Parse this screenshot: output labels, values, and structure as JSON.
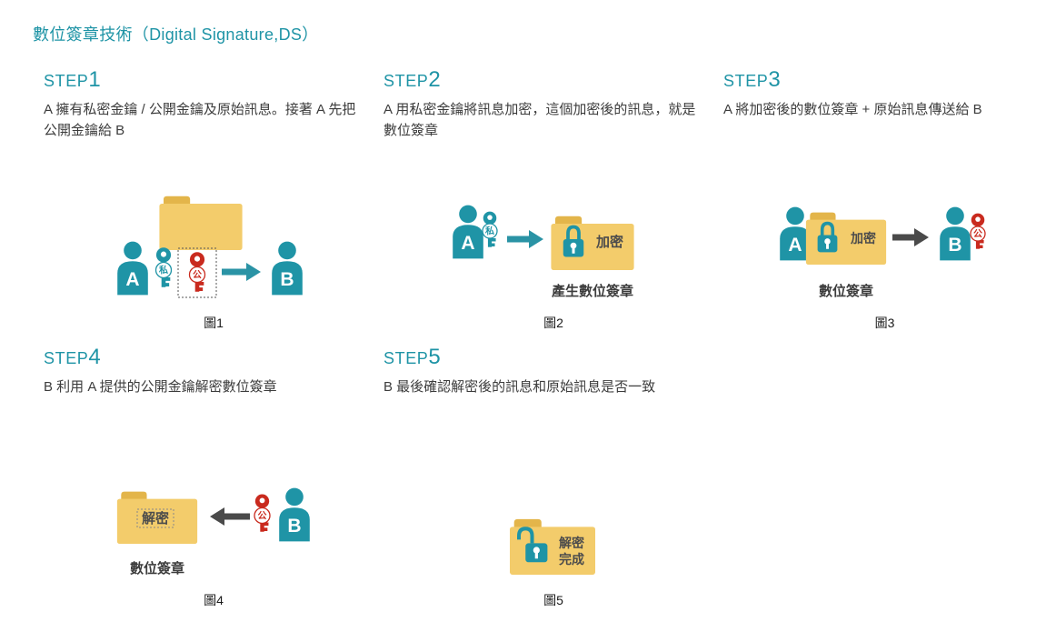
{
  "title": "數位簽章技術（Digital Signature,DS）",
  "colors": {
    "teal": "#1f94a6",
    "folder_yellow": "#f3cc6b",
    "folder_tab": "#e3b54a",
    "key_red": "#c92a1e",
    "arrow_teal": "#2a93a5",
    "arrow_gray": "#4a4a4a",
    "text_dark": "#3c3c3c"
  },
  "labels": {
    "person_a": "A",
    "person_b": "B",
    "private_key": "私",
    "public_key": "公",
    "encrypt": "加密",
    "decrypt": "解密",
    "done_line1": "解密",
    "done_line2": "完成",
    "generate_signature": "產生數位簽章",
    "signature": "數位簽章"
  },
  "steps": [
    {
      "label": "STEP",
      "number": "1",
      "description": "A 擁有私密金鑰 / 公開金鑰及原始訊息。接著 A 先把公開金鑰給 B",
      "figure": "圖1"
    },
    {
      "label": "STEP",
      "number": "2",
      "description": "A 用私密金鑰將訊息加密，這個加密後的訊息，就是數位簽章",
      "figure": "圖2"
    },
    {
      "label": "STEP",
      "number": "3",
      "description": "A 將加密後的數位簽章 + 原始訊息傳送給 B",
      "figure": "圖3"
    },
    {
      "label": "STEP",
      "number": "4",
      "description": "B 利用 A 提供的公開金鑰解密數位簽章",
      "figure": "圖4"
    },
    {
      "label": "STEP",
      "number": "5",
      "description": "B 最後確認解密後的訊息和原始訊息是否一致",
      "figure": "圖5"
    }
  ]
}
